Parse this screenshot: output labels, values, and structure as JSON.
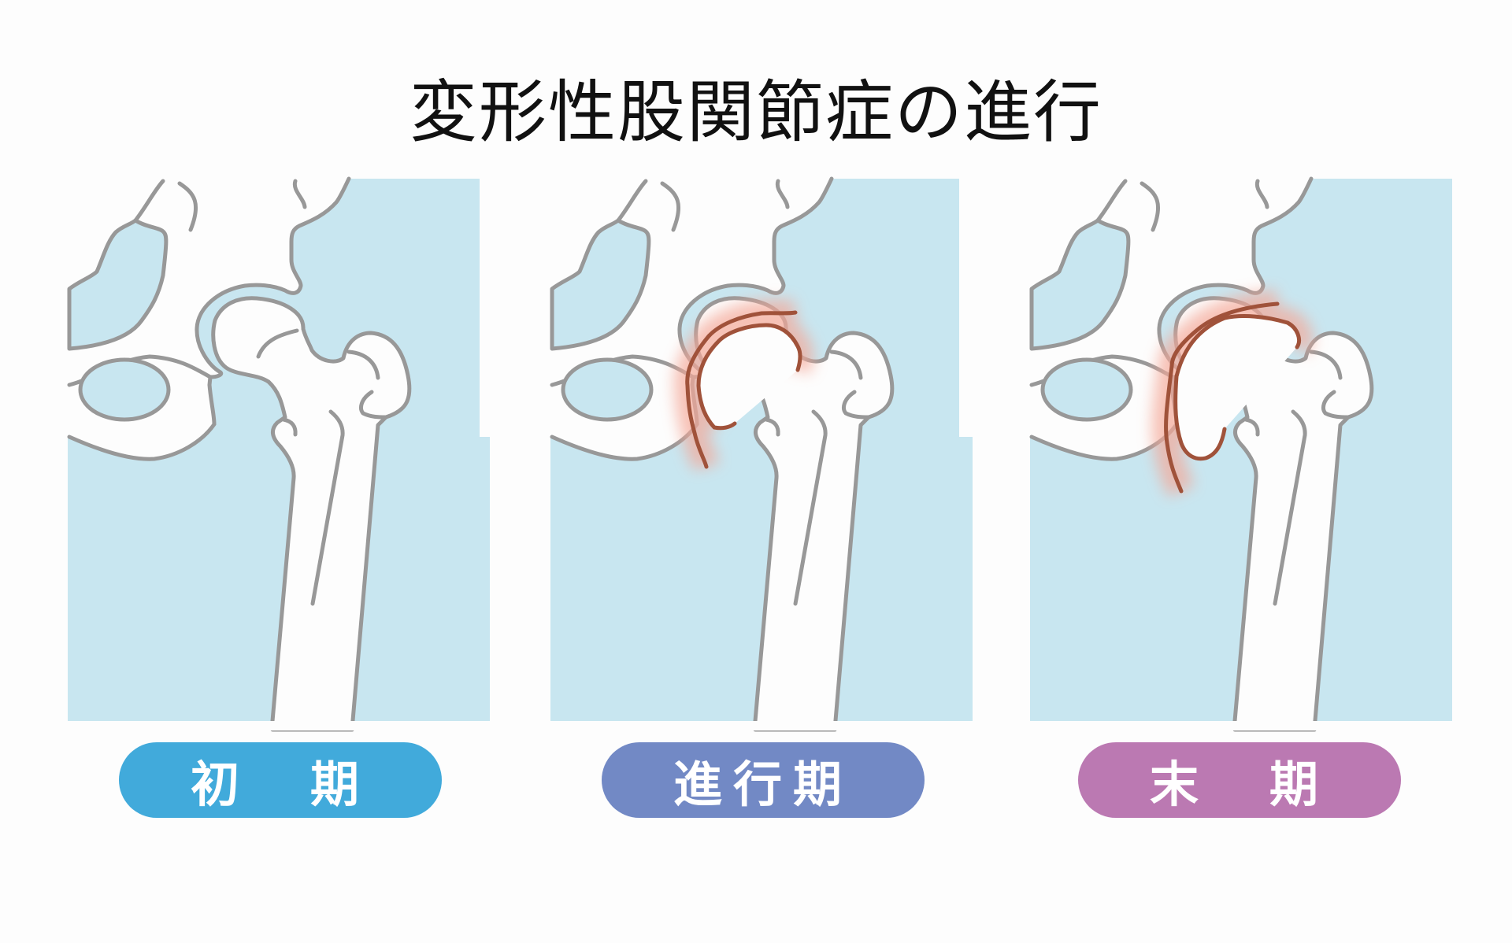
{
  "title": "変形性股関節症の進行",
  "colors": {
    "background_panel": "#c8e6f0",
    "bone_outline": "#989898",
    "inflamed_outline": "#a0523a",
    "glow": "#f4a898"
  },
  "stages": [
    {
      "label": "初　期",
      "color": "#41aadb"
    },
    {
      "label": "進行期",
      "color": "#7289c5"
    },
    {
      "label": "末　期",
      "color": "#bb79b2"
    }
  ]
}
